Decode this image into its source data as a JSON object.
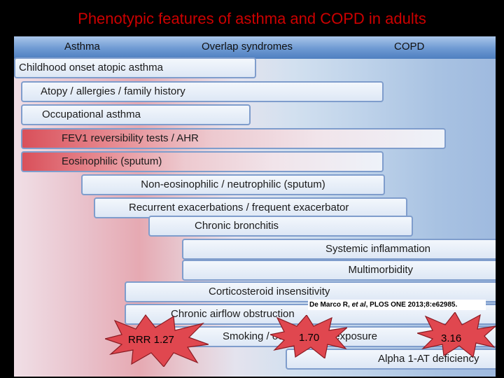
{
  "title": "Phenotypic features of asthma and COPD in adults",
  "header": {
    "left": "Asthma",
    "middle": "Overlap syndromes",
    "right": "COPD"
  },
  "features": [
    "Childhood onset atopic asthma",
    "Atopy /  allergies / family history",
    "Occupational asthma",
    "FEV1 reversibility tests  / AHR",
    "Eosinophilic (sputum)",
    "Non-eosinophilic / neutrophilic (sputum)",
    "Recurrent exacerbations / frequent exacerbator",
    "Chronic bronchitis",
    "Systemic inflammation",
    "Multimorbidity",
    "Corticosteroid insensitivity",
    "Chronic airflow obstruction",
    "Smoking / occupational exposure",
    "Alpha 1-AT deficiency"
  ],
  "citation": "De Marco R, et al, PLOS ONE 2013;8:e62985.",
  "risk_badges": [
    {
      "label": "RRR 1.27"
    },
    {
      "label": "1.70"
    },
    {
      "label": "3.16"
    }
  ],
  "colors": {
    "title": "#cc0000",
    "asthma_side": "#e6a9b2",
    "copd_side": "#9fbadf",
    "header": "#5f8cc8",
    "star_fill": "#e0474f"
  }
}
